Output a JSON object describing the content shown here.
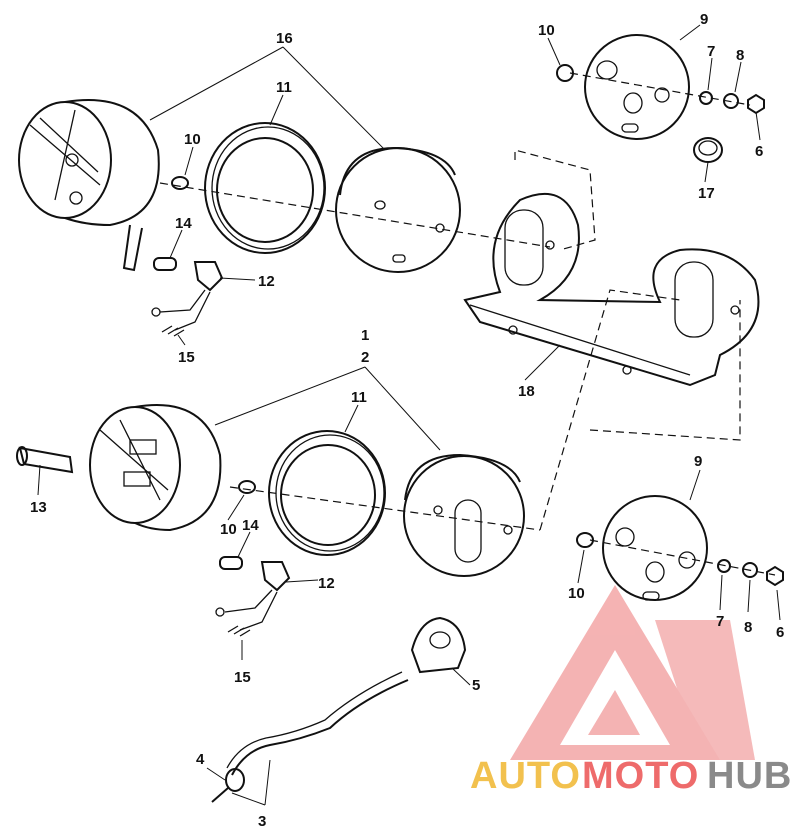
{
  "diagram": {
    "callouts": {
      "c1": "1",
      "c2": "2",
      "c3": "3",
      "c4": "4",
      "c5": "5",
      "c6a": "6",
      "c6b": "6",
      "c7a": "7",
      "c7b": "7",
      "c8a": "8",
      "c8b": "8",
      "c9a": "9",
      "c9b": "9",
      "c10a": "10",
      "c10b": "10",
      "c10c": "10",
      "c10d": "10",
      "c11a": "11",
      "c11b": "11",
      "c12a": "12",
      "c12b": "12",
      "c13": "13",
      "c14a": "14",
      "c14b": "14",
      "c15a": "15",
      "c15b": "15",
      "c16": "16",
      "c17": "17",
      "c18": "18"
    }
  },
  "watermark": {
    "part1": "AUTO",
    "part2": "MOTO",
    "part3": "HUB",
    "colors": {
      "auto": "#f2c14e",
      "moto": "#ee6b6b",
      "hub": "#8a8a8a",
      "logo": "#f19a9a"
    }
  }
}
